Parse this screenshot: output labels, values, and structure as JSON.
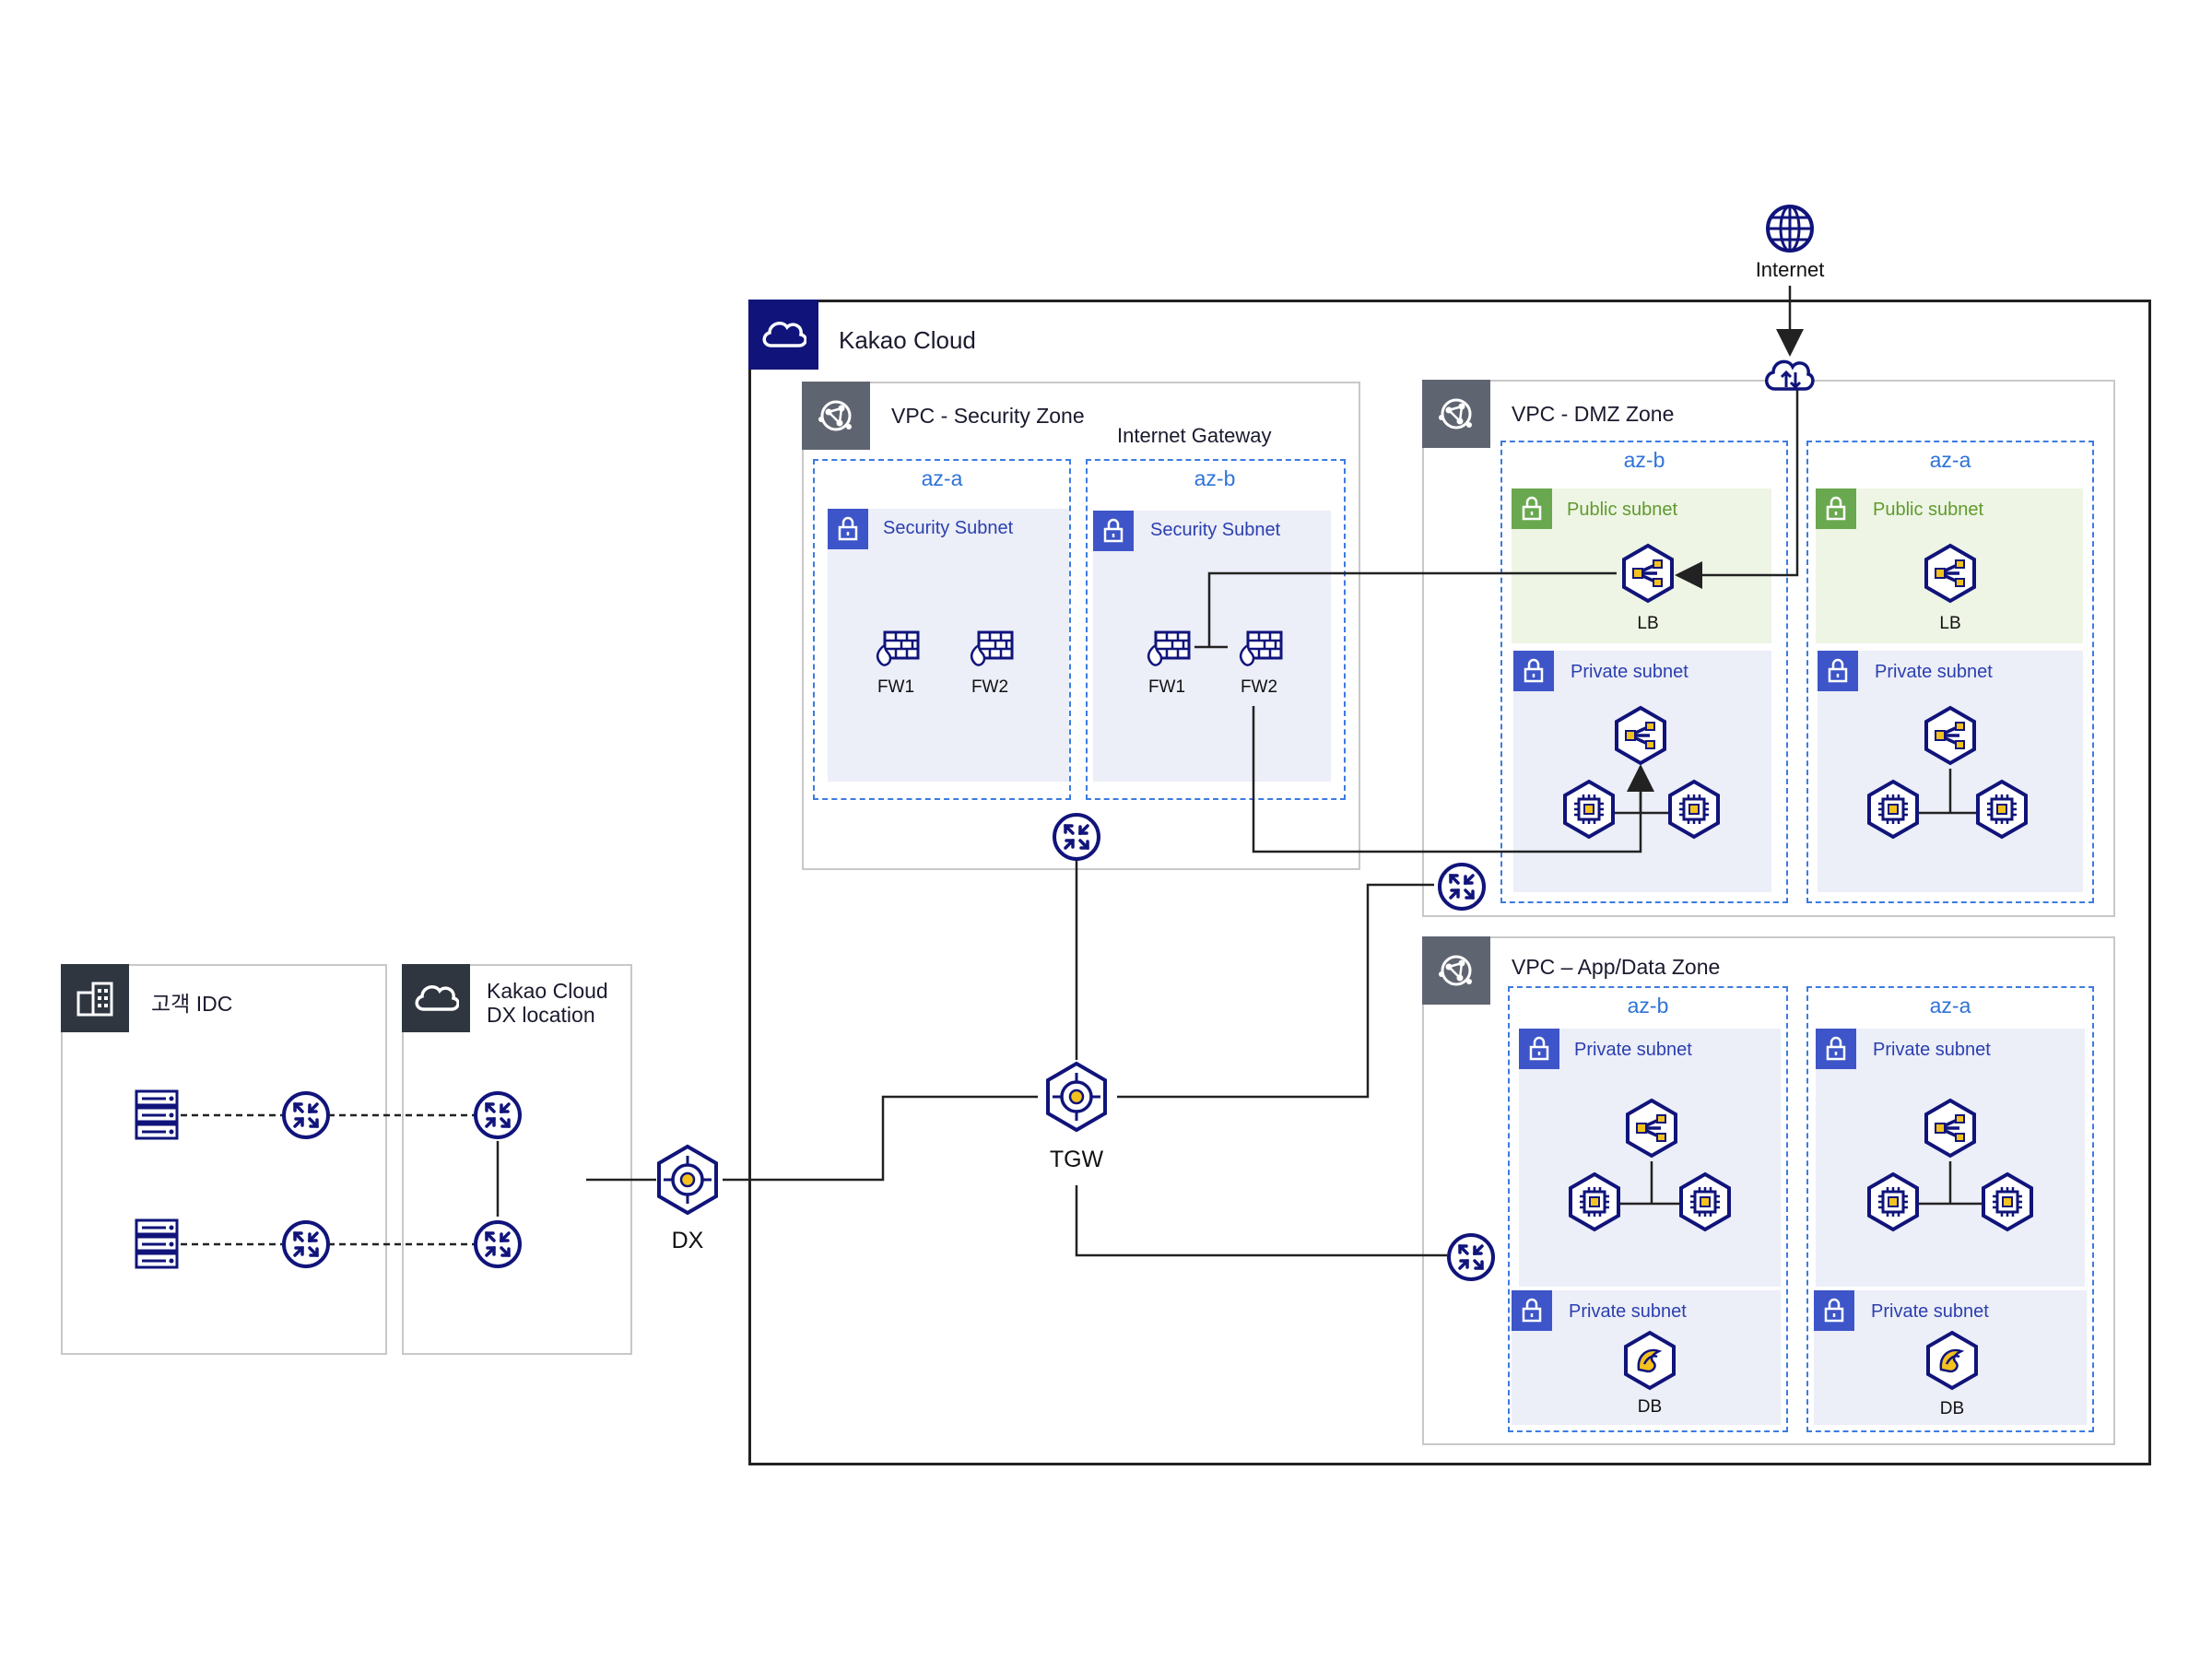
{
  "colors": {
    "navy": "#10147a",
    "accent_yellow": "#f4c21f",
    "blue_label": "#2b3fae",
    "az_blue": "#2f73d8",
    "green": "#6aa84f"
  },
  "internet": {
    "label": "Internet",
    "icon": "globe-icon"
  },
  "kakao_cloud": {
    "title": "Kakao Cloud",
    "icon": "cloud-icon"
  },
  "security_zone": {
    "title": "VPC - Security Zone",
    "internet_gateway": "Internet Gateway",
    "az_a": {
      "label": "az-a",
      "subnet": "Security Subnet",
      "fw1": "FW1",
      "fw2": "FW2"
    },
    "az_b": {
      "label": "az-b",
      "subnet": "Security Subnet",
      "fw1": "FW1",
      "fw2": "FW2"
    }
  },
  "dmz_zone": {
    "title": "VPC - DMZ Zone",
    "az_b": {
      "label": "az-b",
      "public_subnet": "Public subnet",
      "lb": "LB",
      "private_subnet": "Private subnet"
    },
    "az_a": {
      "label": "az-a",
      "public_subnet": "Public subnet",
      "lb": "LB",
      "private_subnet": "Private subnet"
    }
  },
  "app_zone": {
    "title": "VPC – App/Data Zone",
    "az_b": {
      "label": "az-b",
      "private_subnet": "Private subnet",
      "db_subnet": "Private subnet",
      "db": "DB"
    },
    "az_a": {
      "label": "az-a",
      "private_subnet": "Private subnet",
      "db_subnet": "Private subnet",
      "db": "DB"
    }
  },
  "customer_idc": {
    "title": "고객 IDC"
  },
  "dx_location": {
    "title_line1": "Kakao Cloud",
    "title_line2": "DX location"
  },
  "dx": {
    "label": "DX"
  },
  "tgw": {
    "label": "TGW"
  }
}
